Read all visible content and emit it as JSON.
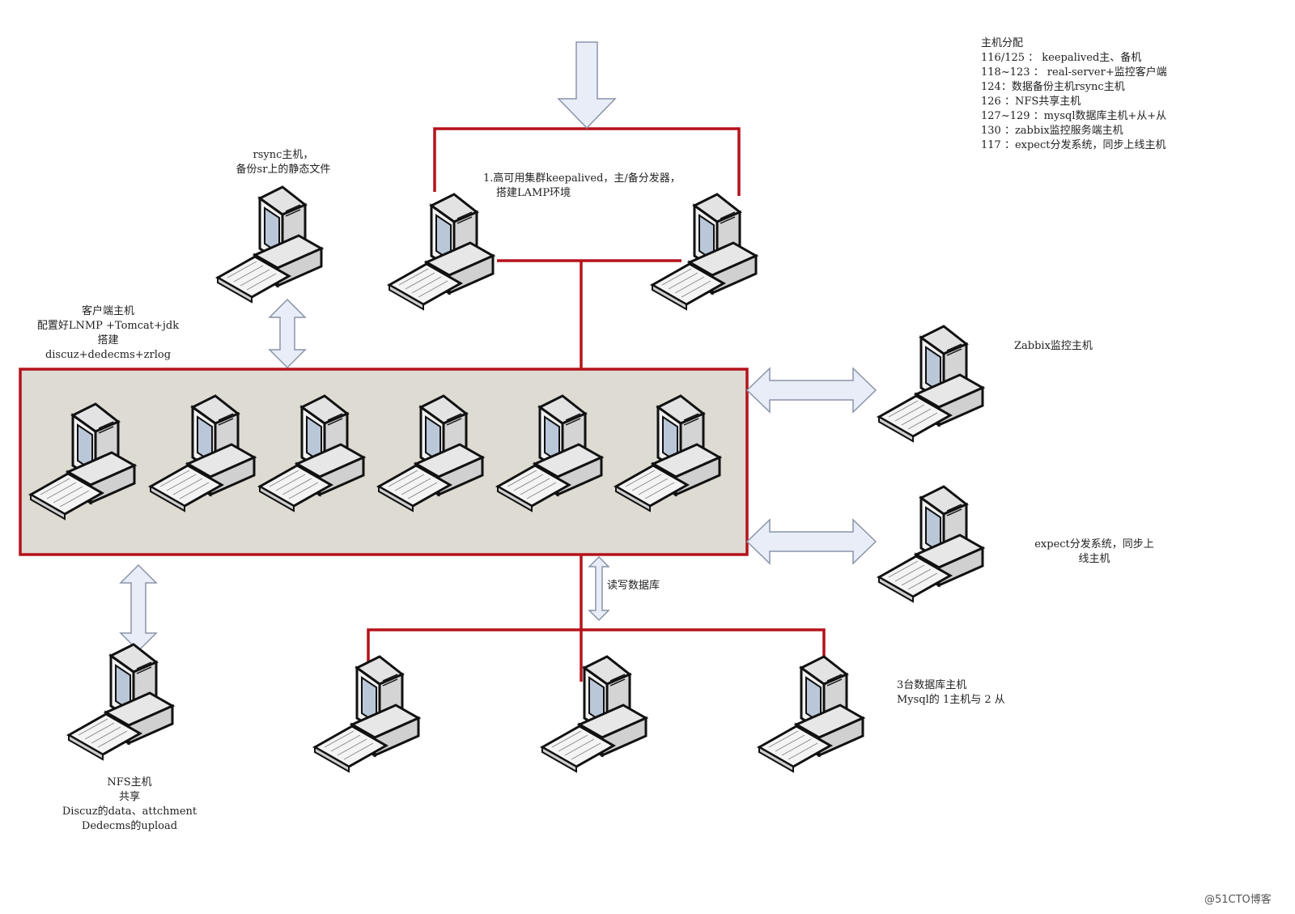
{
  "legend": {
    "title": "主机分配",
    "lines": [
      "116/125 ： keepalived主、备机",
      "118~123 ： real-server+监控客户端",
      "124：数据备份主机rsync主机",
      "126 ：NFS共享主机",
      "127~129 ：mysql数据库主机+从+从",
      "130 ：zabbix监控服务端主机",
      "117 ：expect分发系统，同步上线主机"
    ]
  },
  "labels": {
    "keepalived": [
      "1.高可用集群keepalived，主/备分发器，",
      "搭建LAMP环境"
    ],
    "rsync": [
      "rsync主机，",
      "备份sr上的静态文件"
    ],
    "client": [
      "客户端主机",
      "配置好LNMP +Tomcat+jdk",
      "搭建",
      "discuz+dedecms+zrlog"
    ],
    "zabbix": [
      "Zabbix监控主机"
    ],
    "expect": [
      "expect分发系统，同步上",
      "线主机"
    ],
    "db_rw": [
      "读写数据库"
    ],
    "db": [
      "3台数据库主机",
      "Mysql的 1主机与 2 从"
    ],
    "nfs": [
      "NFS主机",
      "共享",
      "Discuz的data、attchment",
      "Dedecms的upload"
    ]
  },
  "watermark": "@51CTO博客",
  "colors": {
    "link": "#b5121b",
    "cluster_fill": "#dddbd2",
    "arrow_fill": "#e8edf7",
    "arrow_stroke": "#8a94a8"
  },
  "icons": {
    "computer": "desktop-computer-icon",
    "arrow": "double-arrow"
  }
}
